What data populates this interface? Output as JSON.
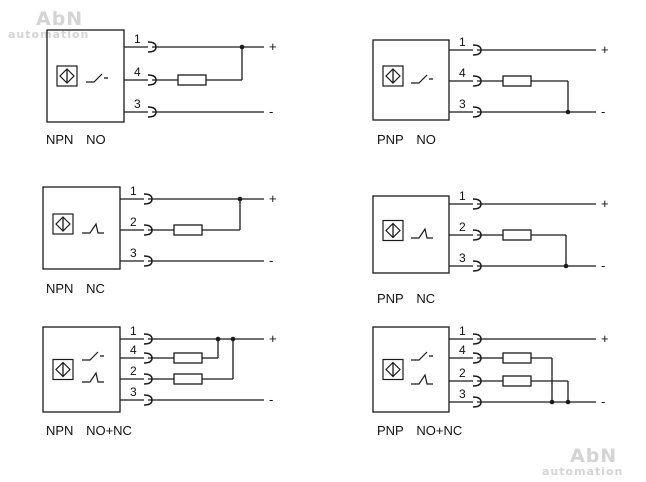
{
  "watermark": {
    "brand": "AbN",
    "sub": "automation"
  },
  "diagrams": [
    {
      "type_label": "NPN",
      "mode_label": "NO",
      "pins": [
        "1",
        "4",
        "3"
      ],
      "plus": "+",
      "minus": "-"
    },
    {
      "type_label": "PNP",
      "mode_label": "NO",
      "pins": [
        "1",
        "4",
        "3"
      ],
      "plus": "+",
      "minus": "-"
    },
    {
      "type_label": "NPN",
      "mode_label": "NC",
      "pins": [
        "1",
        "2",
        "3"
      ],
      "plus": "+",
      "minus": "-"
    },
    {
      "type_label": "PNP",
      "mode_label": "NC",
      "pins": [
        "1",
        "2",
        "3"
      ],
      "plus": "+",
      "minus": "-"
    },
    {
      "type_label": "NPN",
      "mode_label": "NO+NC",
      "pins": [
        "1",
        "4",
        "2",
        "3"
      ],
      "plus": "+",
      "minus": "-"
    },
    {
      "type_label": "PNP",
      "mode_label": "NO+NC",
      "pins": [
        "1",
        "4",
        "2",
        "3"
      ],
      "plus": "+",
      "minus": "-"
    }
  ],
  "colors": {
    "line": "#1a1a1a",
    "watermark": "#d4d4d4"
  }
}
